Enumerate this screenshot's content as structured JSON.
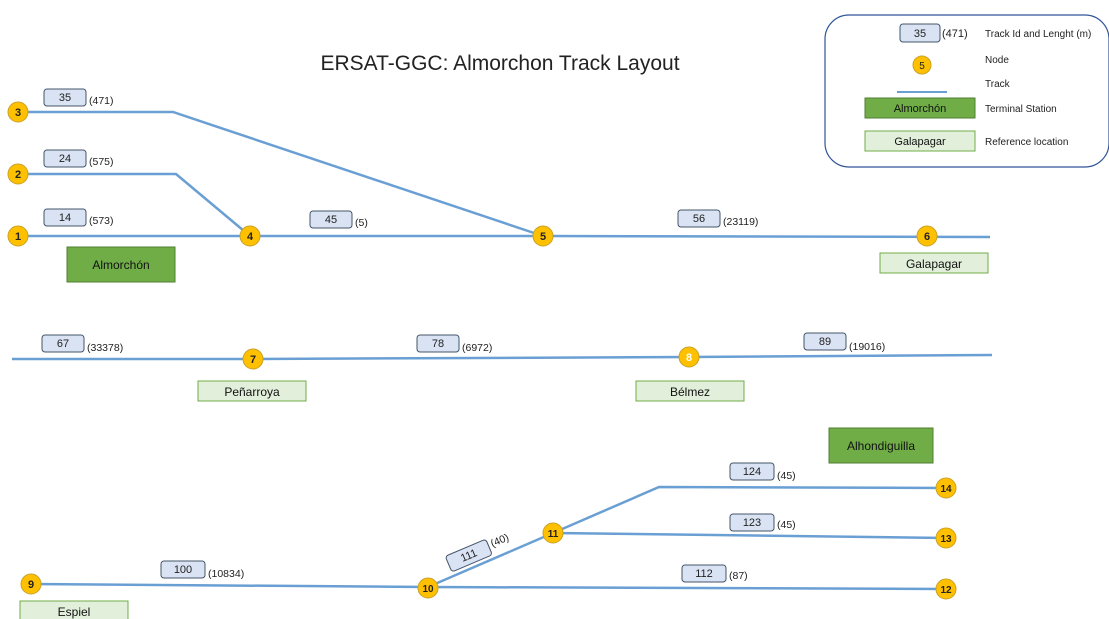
{
  "title": "ERSAT-GGC: Almorchon Track Layout",
  "legend": {
    "track_id_box": "35",
    "track_length": "(471)",
    "track_id_label": "Track Id and Lenght (m)",
    "node_number": "5",
    "node_label": "Node",
    "track_label": "Track",
    "terminal_box": "Almorchón",
    "terminal_label": "Terminal Station",
    "reference_box": "Galapagar",
    "reference_label": "Reference location"
  },
  "nodes": [
    {
      "id": "1"
    },
    {
      "id": "2"
    },
    {
      "id": "3"
    },
    {
      "id": "4"
    },
    {
      "id": "5"
    },
    {
      "id": "6"
    },
    {
      "id": "7"
    },
    {
      "id": "8"
    },
    {
      "id": "9"
    },
    {
      "id": "10"
    },
    {
      "id": "11"
    },
    {
      "id": "12"
    },
    {
      "id": "13"
    },
    {
      "id": "14"
    }
  ],
  "tracks": [
    {
      "id": "35",
      "length": "(471)"
    },
    {
      "id": "24",
      "length": "(575)"
    },
    {
      "id": "14",
      "length": "(573)"
    },
    {
      "id": "45",
      "length": "(5)"
    },
    {
      "id": "56",
      "length": "(23119)"
    },
    {
      "id": "67",
      "length": "(33378)"
    },
    {
      "id": "78",
      "length": "(6972)"
    },
    {
      "id": "89",
      "length": "(19016)"
    },
    {
      "id": "100",
      "length": "(10834)"
    },
    {
      "id": "111",
      "length": "(40)"
    },
    {
      "id": "112",
      "length": "(87)"
    },
    {
      "id": "123",
      "length": "(45)"
    },
    {
      "id": "124",
      "length": "(45)"
    }
  ],
  "stations": [
    {
      "name": "Almorchón",
      "type": "terminal"
    },
    {
      "name": "Galapagar",
      "type": "reference"
    },
    {
      "name": "Peñarroya",
      "type": "reference"
    },
    {
      "name": "Bélmez",
      "type": "reference"
    },
    {
      "name": "Alhondiguilla",
      "type": "terminal"
    },
    {
      "name": "Espiel",
      "type": "reference"
    }
  ],
  "colors": {
    "track": "#6a9fd4",
    "node_fill": "#ffc000",
    "node_stroke": "#c9a227",
    "id_box_fill": "#dae3f3",
    "id_box_stroke": "#44546a",
    "terminal_fill": "#70ad47",
    "terminal_stroke": "#507e32",
    "reference_fill": "#e2efda",
    "reference_stroke": "#70ad47",
    "legend_stroke": "#2f5597"
  }
}
